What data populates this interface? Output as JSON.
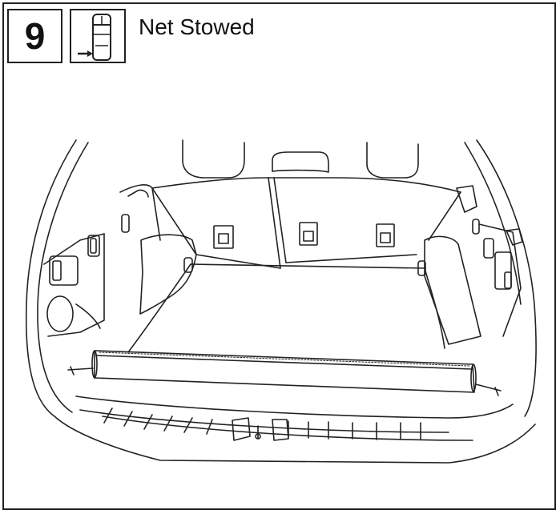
{
  "step": {
    "number": "9"
  },
  "header": {
    "title": "Net Stowed"
  },
  "icons": {
    "position": "vehicle-rear-position-icon",
    "scene": "cargo-area-illustration"
  },
  "colors": {
    "line": "#222222",
    "background": "#ffffff"
  }
}
